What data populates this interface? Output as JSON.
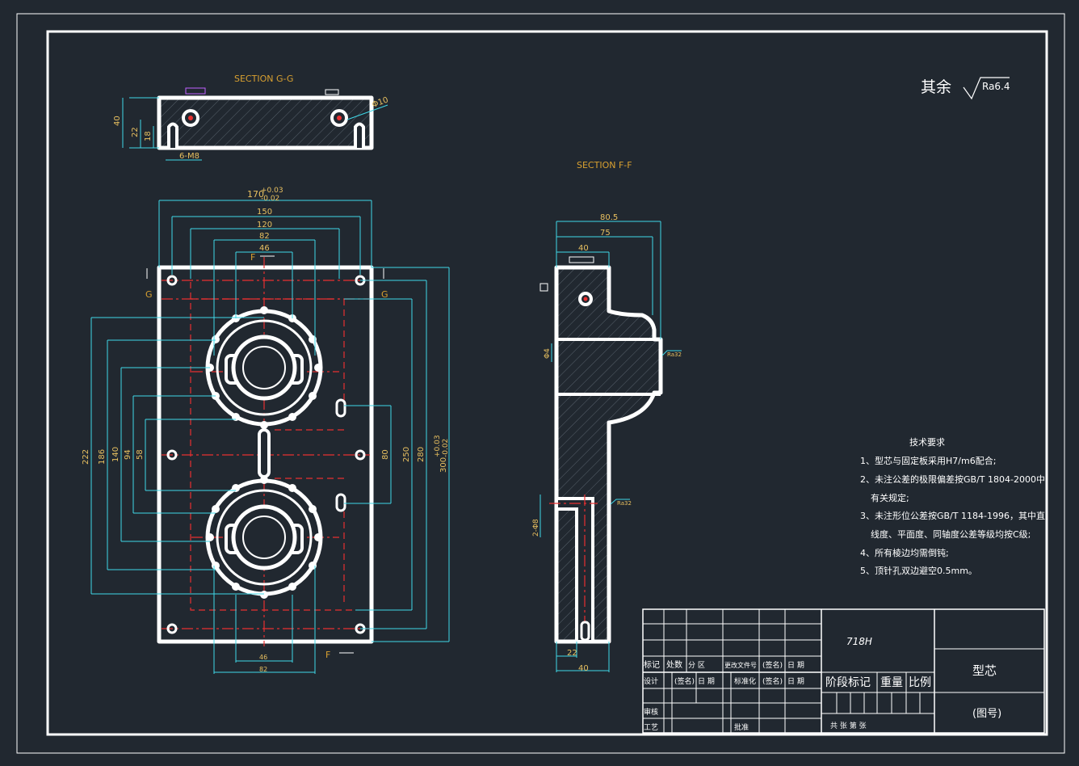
{
  "roughness_note": {
    "prefix": "其余",
    "value": "Ra6.4"
  },
  "sections": {
    "g_title": "SECTION G-G",
    "f_title": "SECTION F-F"
  },
  "view_gg": {
    "dims": {
      "d40": "40",
      "d22": "22",
      "d18": "18",
      "hole_dia": "Φ10",
      "thread": "6-M8"
    }
  },
  "front_view": {
    "dims_top": {
      "width_main": "170",
      "tol_plus": "+0.03",
      "tol_minus": "-0.02",
      "d150": "150",
      "d120": "120",
      "d82": "82",
      "d46": "46"
    },
    "dims_left": {
      "d222": "222",
      "d186": "186",
      "d140": "140",
      "d94": "94",
      "d58": "58"
    },
    "dims_right": {
      "d80": "80",
      "d250": "250",
      "d280": "280",
      "d300": "300",
      "tol_plus": "+0.03",
      "tol_minus": "-0.02"
    },
    "dims_bottom": {
      "d46": "46",
      "d82": "82"
    },
    "labels": {
      "f_top": "F",
      "f_bottom": "F",
      "g_left": "G",
      "g_right": "G"
    }
  },
  "view_ff": {
    "dims": {
      "d80_5": "80.5",
      "d75": "75",
      "d40": "40",
      "d22": "22",
      "d40b": "40",
      "dia4": "Φ4",
      "dia8": "2-Φ8",
      "ra_a": "Ra32",
      "ra_b": "Ra32"
    }
  },
  "tech_requirements": {
    "title": "技术要求",
    "items": [
      "1、型芯与固定板采用H7/m6配合;",
      "2、未注公差的极限偏差按GB/T 1804-2000中",
      "有关规定;",
      "3、未注形位公差按GB/T 1184-1996，其中直",
      "线度、平面度、同轴度公差等级均按C级;",
      "4、所有棱边均需倒钝;",
      "5、顶针孔双边避空0.5mm。"
    ]
  },
  "title_block": {
    "material": "718H",
    "part_name": "型芯",
    "drawing_no": "(图号)",
    "stage_mark": "阶段标记",
    "weight": "重量",
    "scale": "比例",
    "mark": "标记",
    "count": "处数",
    "zone": "分 区",
    "change_doc": "更改文件号",
    "sign": "(签名)",
    "date": "日 期",
    "designer": "设计",
    "sign2": "(签名)",
    "date2": "日 期",
    "standard": "标准化",
    "sign3": "(签名)",
    "date3": "日 期",
    "review": "审核",
    "process": "工艺",
    "approve": "批准",
    "sheets": "共  张 第  张"
  }
}
